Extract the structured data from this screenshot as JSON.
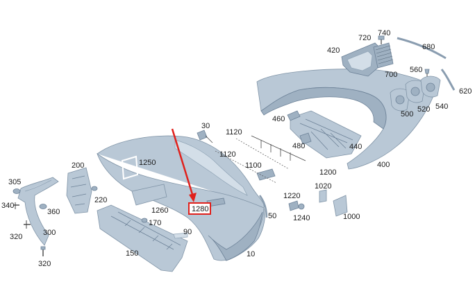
{
  "labels": {
    "l740": "740",
    "l720": "720",
    "l680": "680",
    "l420": "420",
    "l700": "700",
    "l560": "560",
    "l620": "620",
    "l540": "540",
    "l520": "520",
    "l500": "500",
    "l30": "30",
    "l460": "460",
    "l1120a": "1120",
    "l1120b": "1120",
    "l480": "480",
    "l440": "440",
    "l1250": "1250",
    "l1100": "1100",
    "l1200": "1200",
    "l400": "400",
    "l200": "200",
    "l305": "305",
    "l220": "220",
    "l340": "340",
    "l360": "360",
    "l1020": "1020",
    "l1220": "1220",
    "l1260": "1260",
    "l1280": "1280",
    "l50": "50",
    "l1240": "1240",
    "l1000": "1000",
    "l170": "170",
    "l320a": "320",
    "l300": "300",
    "l90": "90",
    "l150": "150",
    "l10": "10",
    "l320b": "320"
  },
  "highlight": {
    "label": "1280",
    "color": "#e0201b"
  },
  "colors": {
    "part_fill": "#b9c8d6",
    "part_stroke": "#7f93a6",
    "arrow": "#e0201b"
  }
}
